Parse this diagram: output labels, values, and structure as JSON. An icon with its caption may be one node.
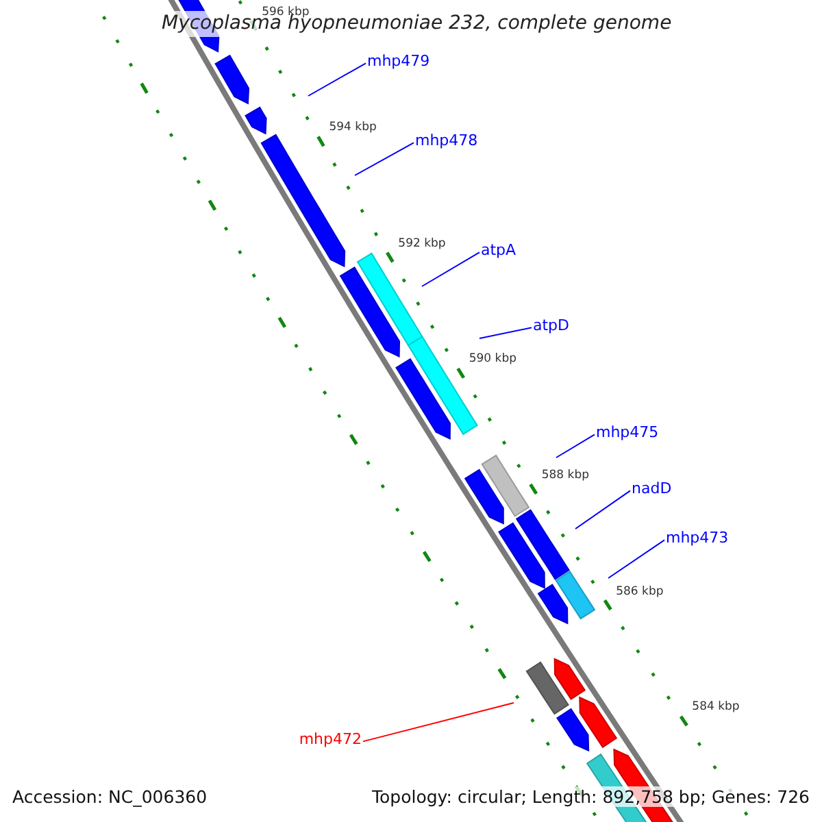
{
  "diagram": {
    "title": "Mycoplasma hyopneumoniae 232, complete genome",
    "nodes": [
      {
        "text": [
          "mhp479"
        ]
      },
      {
        "text": [
          "mhp478"
        ]
      },
      {
        "text": [
          "atpA"
        ]
      },
      {
        "text": [
          "atpD"
        ]
      },
      {
        "text": [
          "mhp475"
        ]
      },
      {
        "text": [
          "nadD"
        ]
      },
      {
        "text": [
          "mhp473"
        ]
      },
      {
        "text": [
          "mhp472"
        ]
      }
    ],
    "edges": [
      {
        "from": 0,
        "to": null,
        "arrow": "none"
      },
      {
        "from": 1,
        "to": null,
        "arrow": "none"
      },
      {
        "from": 2,
        "to": null,
        "arrow": "none"
      },
      {
        "from": 3,
        "to": null,
        "arrow": "none"
      },
      {
        "from": 4,
        "to": null,
        "arrow": "none"
      },
      {
        "from": 5,
        "to": null,
        "arrow": "none"
      },
      {
        "from": 6,
        "to": null,
        "arrow": "none"
      },
      {
        "from": 7,
        "to": null,
        "arrow": "none",
        "color": "#ff0000"
      }
    ],
    "labels": [
      "596 kbp",
      "594 kbp",
      "592 kbp",
      "590 kbp",
      "588 kbp",
      "586 kbp",
      "584 kbp",
      "Accession: NC_006360",
      "Topology: circular; Length: 892,758 bp; Genes: 726"
    ]
  }
}
